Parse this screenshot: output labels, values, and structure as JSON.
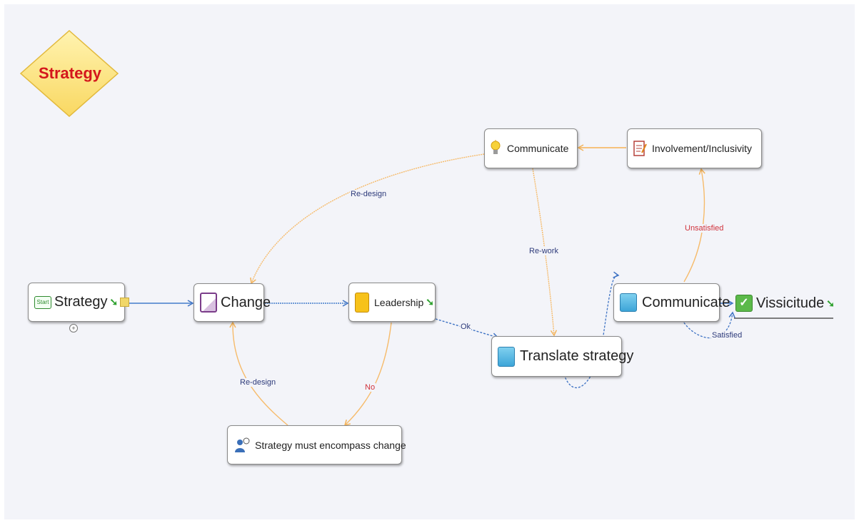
{
  "title": "Strategy",
  "nodes": {
    "strategy": "Strategy",
    "change": "Change",
    "leadership": "Leadership",
    "communicate_top": "Communicate",
    "involvement": "Involvement/Inclusivity",
    "communicate_right": "Communicate",
    "vissicitude": "Vissicitude",
    "translate": "Translate strategy",
    "must_encompass": "Strategy must encompass change"
  },
  "start_badge": "Start",
  "edge_labels": {
    "redesign_top": "Re-design",
    "rework": "Re-work",
    "unsatisfied": "Unsatisfied",
    "ok": "Ok",
    "satisfied": "Satisfied",
    "redesign_bottom": "Re-design",
    "no": "No"
  },
  "colors": {
    "orange_link": "#f6bb6b",
    "blue_link": "#3f73c4",
    "title_red": "#d4161c",
    "diamond_fill": "#fde889"
  },
  "icons": [
    "start-icon",
    "go-arrow-icon",
    "note-icon",
    "page-icon",
    "notebook-icon",
    "lightbulb-icon",
    "checklist-icon",
    "card-icon",
    "checkmark-icon",
    "people-icon",
    "collapse-icon"
  ]
}
